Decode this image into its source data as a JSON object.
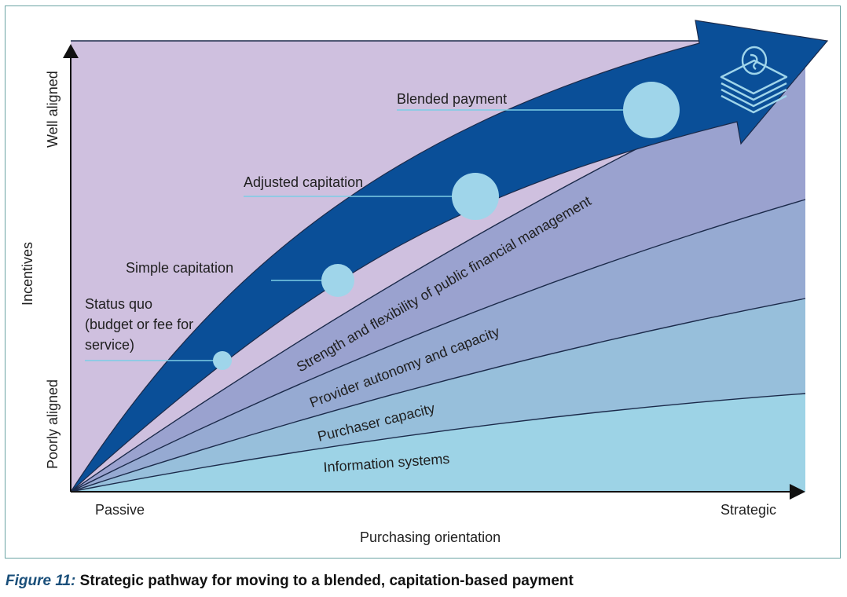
{
  "axes": {
    "y_title": "Incentives",
    "y_top": "Well aligned",
    "y_bottom": "Poorly aligned",
    "x_title": "Purchasing orientation",
    "x_left": "Passive",
    "x_right": "Strategic"
  },
  "bands": [
    {
      "label": "Information systems",
      "color": "#9dd3e6"
    },
    {
      "label": "Purchaser capacity",
      "color": "#97bfdb"
    },
    {
      "label": "Provider autonomy and capacity",
      "color": "#96aad2"
    },
    {
      "label": "Strength and flexibility of public financial management",
      "color": "#9aa2cf"
    }
  ],
  "pathway": {
    "color": "#0a4f98",
    "background": "#cfc0df",
    "stages": [
      {
        "label_lines": [
          "Status quo",
          "(budget or fee for",
          "service)"
        ]
      },
      {
        "label_lines": [
          "Simple capitation"
        ]
      },
      {
        "label_lines": [
          "Adjusted capitation"
        ]
      },
      {
        "label_lines": [
          "Blended payment"
        ]
      }
    ],
    "end_icon": "money-stack-icon"
  },
  "caption": {
    "figure": "Figure 11:",
    "text": " Strategic pathway for moving to a blended, capitation-based payment"
  }
}
